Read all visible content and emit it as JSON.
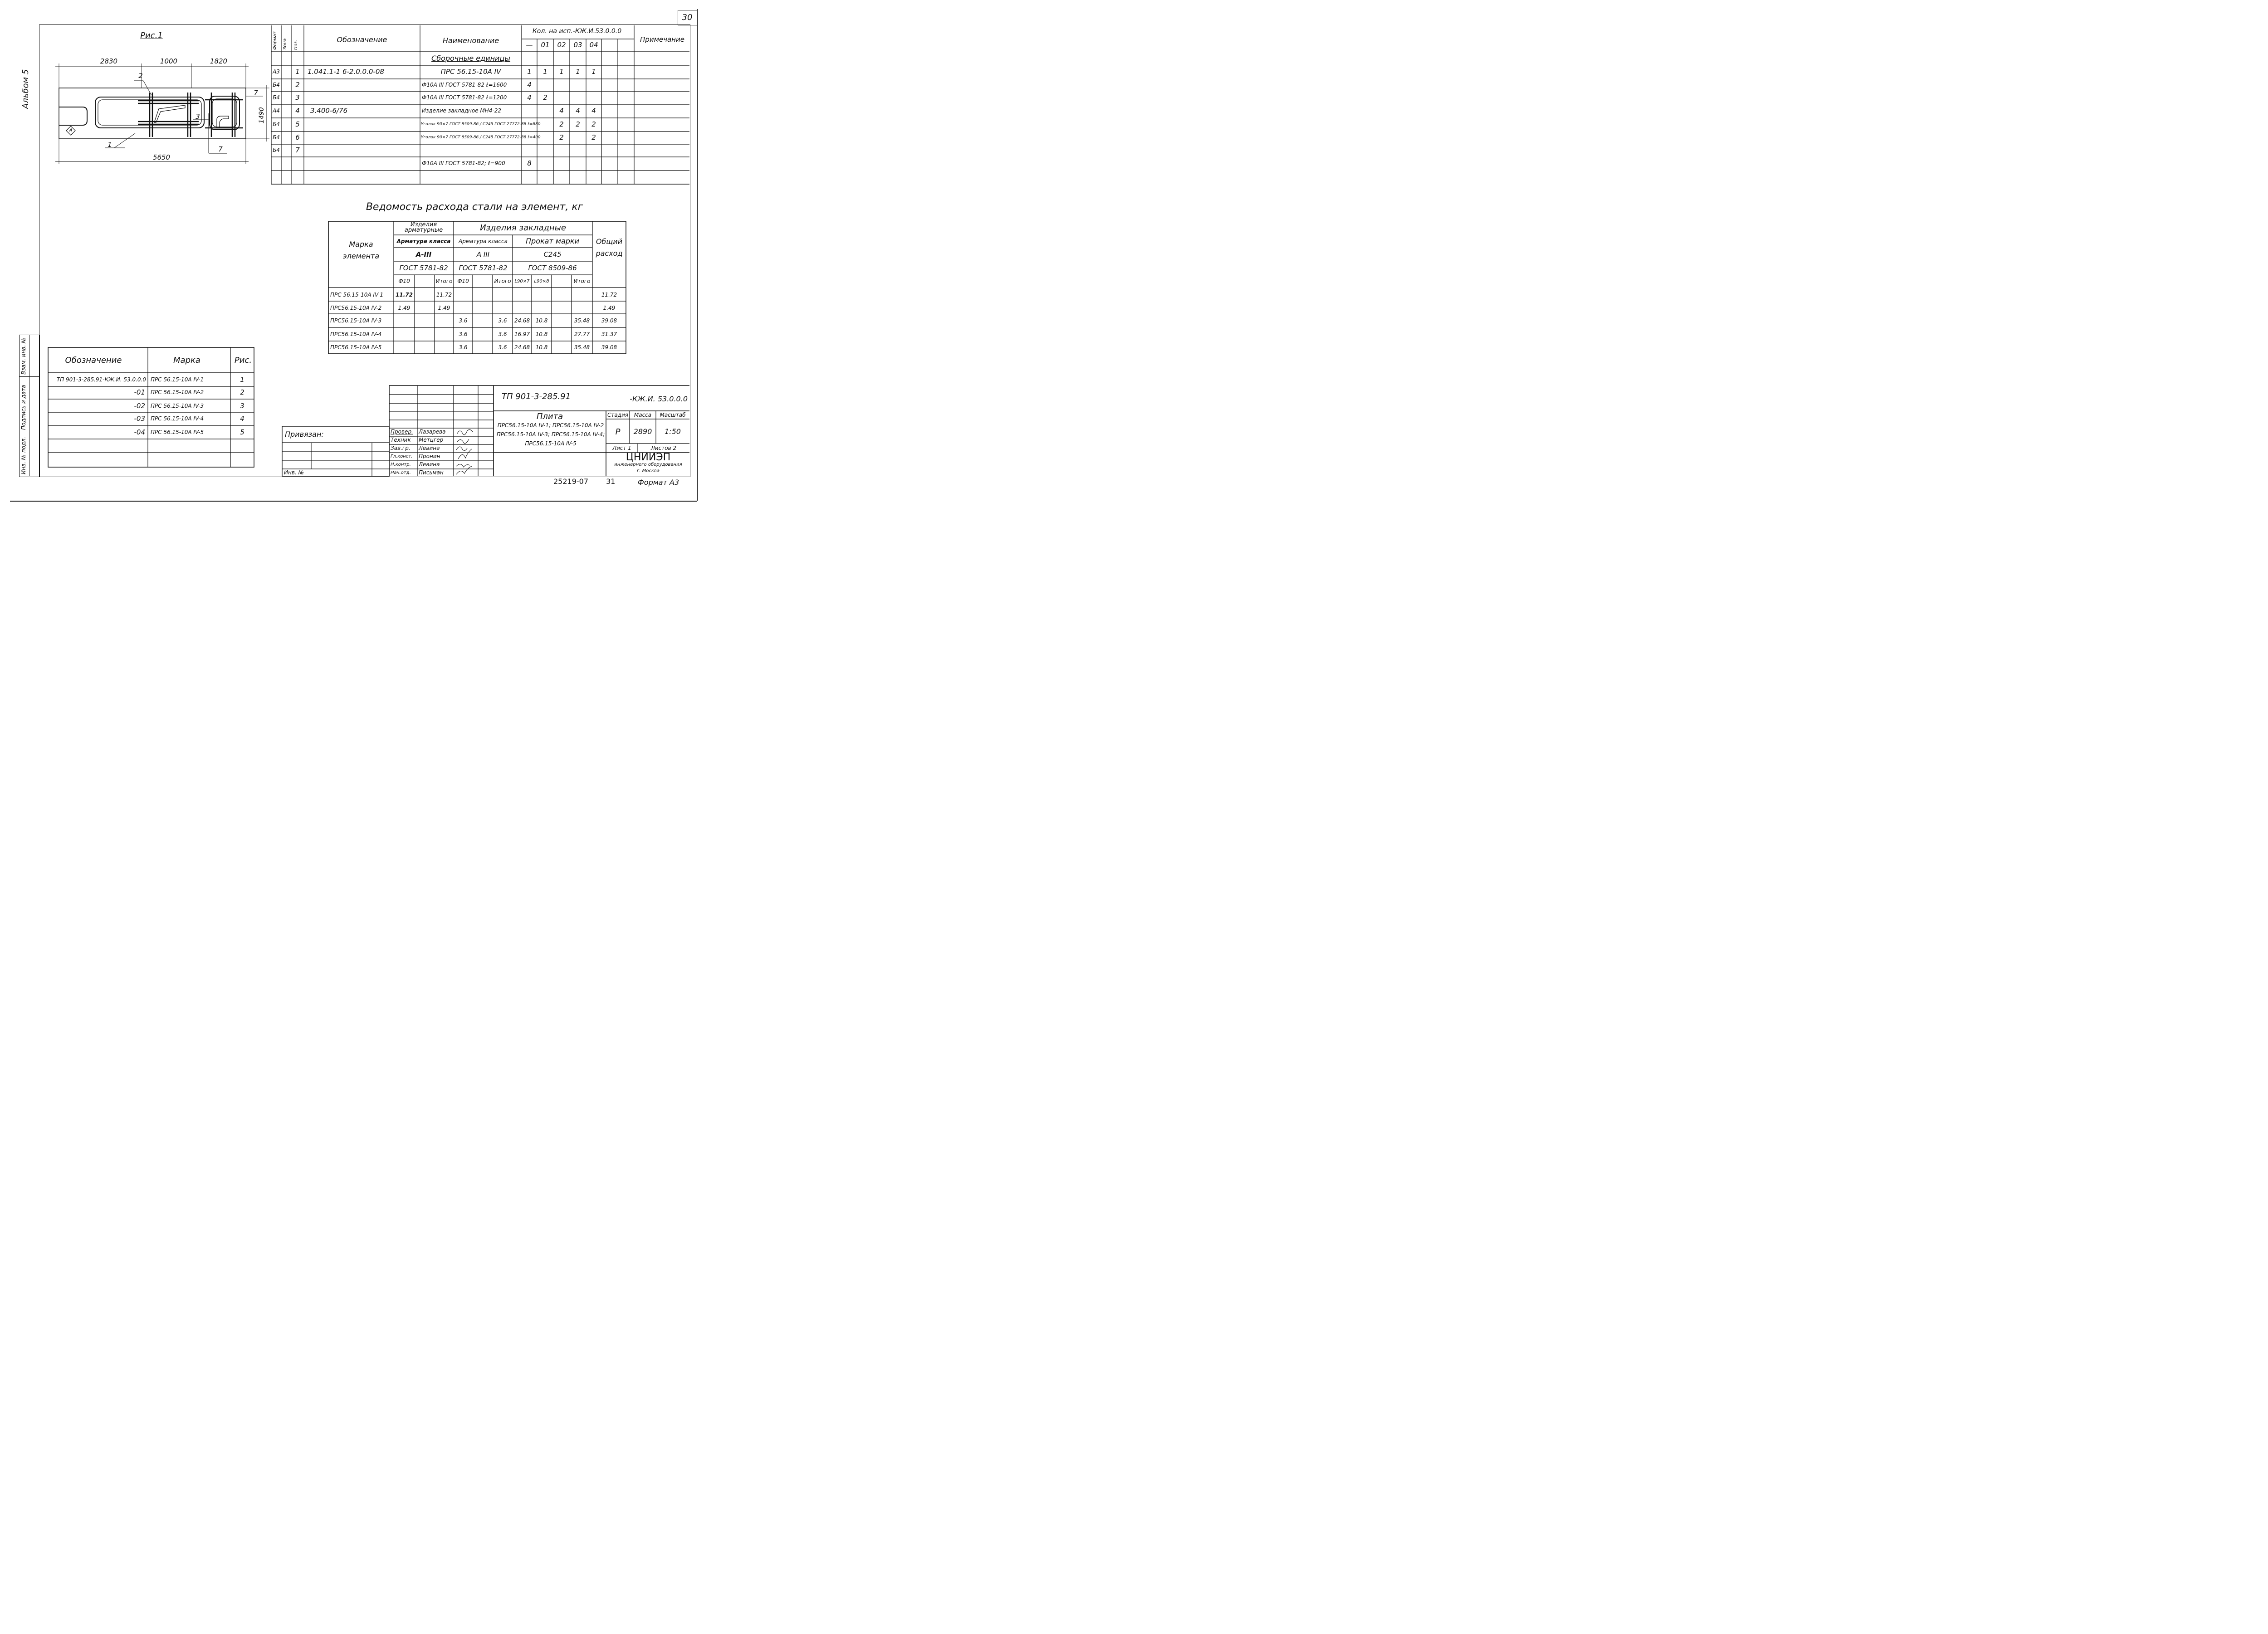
{
  "sheet_number": "30",
  "album_label": "Альбом 5",
  "figure_title": "Рис.1",
  "drawing": {
    "dims_top": [
      "2830",
      "1000",
      "1820"
    ],
    "dim_total": "5650",
    "dim_height": "1490",
    "dim_side": "7",
    "callouts": [
      "1",
      "2",
      "3",
      "7"
    ],
    "mark_letter": "А"
  },
  "spec": {
    "headers": {
      "format": "Формат",
      "zone": "Зона",
      "pos": "Поз.",
      "designation": "Обозначение",
      "name": "Наименование",
      "qty": "Кол. на исп.-КЖ.И.53.0.0.0",
      "qty_cols": [
        "—",
        "01",
        "02",
        "03",
        "04"
      ],
      "note": "Примечание"
    },
    "section": "Сборочные единицы",
    "rows": [
      {
        "format": "А3",
        "pos": "1",
        "designation": "1.041.1-1 6-2.0.0.0-08",
        "name": "ПРС 56.15-10А IV",
        "qty": [
          "1",
          "1",
          "1",
          "1",
          "1"
        ]
      },
      {
        "format": "Б4",
        "pos": "2",
        "designation": "",
        "name": "Ф10А III ГОСТ 5781-82 ℓ=1600",
        "qty": [
          "4",
          "",
          "",
          "",
          ""
        ]
      },
      {
        "format": "Б4",
        "pos": "3",
        "designation": "",
        "name": "Ф10А III ГОСТ 5781-82 ℓ=1200",
        "qty": [
          "4",
          "2",
          "",
          "",
          ""
        ]
      },
      {
        "format": "А4",
        "pos": "4",
        "designation": "3.400-6/76",
        "name": "Изделие закладное МН4-22",
        "qty": [
          "",
          "",
          "4",
          "4",
          "4"
        ]
      },
      {
        "format": "Б4",
        "pos": "5",
        "designation": "",
        "name": "Уголок 90×7 ГОСТ 8509-86 / С245 ГОСТ 27772-88 ℓ=880",
        "qty": [
          "",
          "",
          "2",
          "2",
          "2"
        ]
      },
      {
        "format": "Б4",
        "pos": "6",
        "designation": "",
        "name": "Уголок 90×7 ГОСТ 8509-86 / С245 ГОСТ 27772-88 ℓ=400",
        "qty": [
          "",
          "",
          "2",
          "",
          "2"
        ]
      },
      {
        "format": "Б4",
        "pos": "7",
        "designation": "",
        "name": "",
        "qty": [
          "",
          "",
          "",
          "",
          ""
        ]
      },
      {
        "format": "",
        "pos": "",
        "designation": "",
        "name": "Ф10А III ГОСТ 5781-82; ℓ=900",
        "qty": [
          "8",
          "",
          "",
          "",
          ""
        ]
      }
    ]
  },
  "steel": {
    "title": "Ведомость расхода стали на элемент, кг",
    "h_mark": "Марка элемента",
    "h_arm": "Изделия арматурные",
    "h_emb": "Изделия закладные",
    "h_total": "Общий расход",
    "h_arm_class": "Арматура класса",
    "h_emb_arm_class": "Арматура класса",
    "h_profile": "Прокат марки",
    "arm_grade": "А-III",
    "emb_arm_grade": "А III",
    "profile_grade": "С245",
    "arm_gost": "ГОСТ 5781-82",
    "emb_arm_gost": "ГОСТ 5781-82",
    "profile_gost": "ГОСТ 8509-86",
    "sub": [
      "Ф10",
      "",
      "Итого",
      "Ф10",
      "",
      "Итого",
      "L90×7",
      "L90×8",
      "",
      "Итого"
    ],
    "rows": [
      {
        "mark": "ПРС 56.15-10А IV-1",
        "v": [
          "11.72",
          "",
          "11.72",
          "",
          "",
          "",
          "",
          "",
          "",
          ""
        ],
        "total": "11.72"
      },
      {
        "mark": "ПРС56.15-10А IV-2",
        "v": [
          "1.49",
          "",
          "1.49",
          "",
          "",
          "",
          "",
          "",
          "",
          ""
        ],
        "total": "1.49"
      },
      {
        "mark": "ПРС56.15-10А IV-3",
        "v": [
          "",
          "",
          "",
          "3.6",
          "",
          "3.6",
          "24.68",
          "10.8",
          "",
          "35.48"
        ],
        "total": "39.08"
      },
      {
        "mark": "ПРС56.15-10А IV-4",
        "v": [
          "",
          "",
          "",
          "3.6",
          "",
          "3.6",
          "16.97",
          "10.8",
          "",
          "27.77"
        ],
        "total": "31.37"
      },
      {
        "mark": "ПРС56.15-10А IV-5",
        "v": [
          "",
          "",
          "",
          "3.6",
          "",
          "3.6",
          "24.68",
          "10.8",
          "",
          "35.48"
        ],
        "total": "39.08"
      }
    ]
  },
  "marks": {
    "headers": [
      "Обозначение",
      "Марка",
      "Рис."
    ],
    "rows": [
      {
        "des": "ТП 901-3-285.91-КЖ.И. 53.0.0.0",
        "mark": "ПРС 56.15-10А IV-1",
        "fig": "1"
      },
      {
        "des": "-01",
        "mark": "ПРС 56.15-10А IV-2",
        "fig": "2"
      },
      {
        "des": "-02",
        "mark": "ПРС 56.15-10А IV-3",
        "fig": "3"
      },
      {
        "des": "-03",
        "mark": "ПРС 56.15-10А IV-4",
        "fig": "4"
      },
      {
        "des": "-04",
        "mark": "ПРС 56.15-10А IV-5",
        "fig": "5"
      }
    ]
  },
  "margin_labels": [
    "Инв. № подл.",
    "Подпись и дата",
    "Взам. инв. №"
  ],
  "title_block": {
    "privyazan": "Привязан:",
    "inv": "Инв. №",
    "code_left": "ТП 901-3-285.91",
    "code_right": "-КЖ.И. 53.0.0.0",
    "object": "Плита",
    "object_lines": [
      "ПРС56.15-10А IV-1; ПРС56.15-10А IV-2",
      "ПРС56.15-10А IV-3; ПРС56.15-10А IV-4;",
      "ПРС56.15-10А IV-5"
    ],
    "stage_h": "Стадия",
    "mass_h": "Масса",
    "scale_h": "Масштаб",
    "stage": "Р",
    "mass": "2890",
    "scale": "1:50",
    "sheet": "Лист 1",
    "sheets": "Листов 2",
    "org": "ЦНИИЭП",
    "org_sub": "инженерного оборудования",
    "city": "г. Москва",
    "roles": [
      {
        "role": "Провер.",
        "name": "Лазарева"
      },
      {
        "role": "Техник",
        "name": "Метцгер"
      },
      {
        "role": "Зав.гр.",
        "name": "Левина"
      },
      {
        "role": "Гл.конст.",
        "name": "Пронин"
      },
      {
        "role": "Н.контр.",
        "name": "Левина"
      },
      {
        "role": "Нач.отд.",
        "name": "Письман"
      }
    ],
    "doc_no": "25219-07",
    "page_no": "31",
    "format": "Формат А3"
  }
}
